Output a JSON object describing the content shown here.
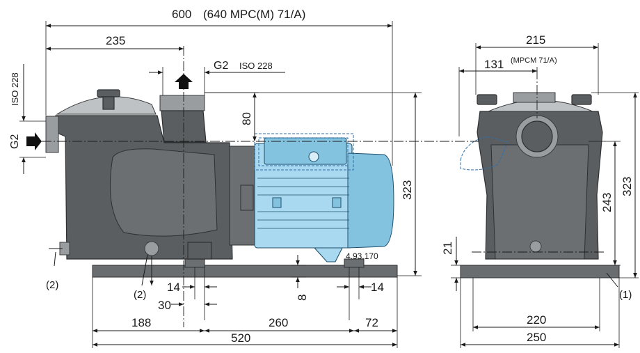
{
  "front_view": {
    "overall_length_label": "600",
    "overall_length_note": "(640  MPC(M) 71/A)",
    "dim_235": "235",
    "outlet_thread": "G2",
    "outlet_standard": "ISO 228",
    "inlet_thread": "G2",
    "inlet_standard": "ISO 228",
    "dim_80": "80",
    "dim_323": "323",
    "motor_code": "4.93.170",
    "dim_14_left": "14",
    "dim_30": "30",
    "dim_8": "8",
    "dim_14_right": "14",
    "dim_188": "188",
    "dim_260": "260",
    "dim_72": "72",
    "dim_520": "520",
    "callout_drain_left": "(2)",
    "callout_drain_bottom": "(2)"
  },
  "side_view": {
    "dim_215": "215",
    "dim_131": "131",
    "dim_131_note": "(MPCM 71/A)",
    "dim_21": "21",
    "dim_243": "243",
    "dim_323": "323",
    "dim_220": "220",
    "dim_250": "250",
    "callout_base": "(1)"
  },
  "colors": {
    "pump_body": "#5b5e60",
    "motor": "#a8d9f0",
    "dimension_lines": "#1a1a1a"
  }
}
